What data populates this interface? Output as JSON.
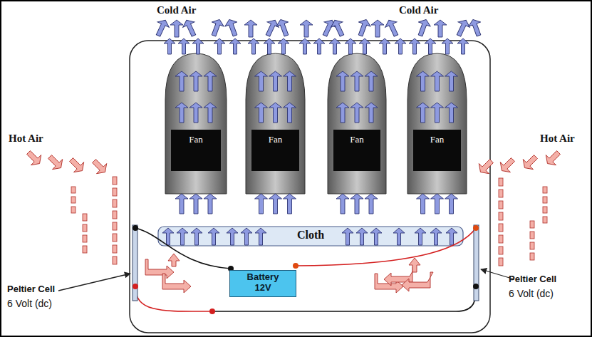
{
  "diagram": {
    "nodes": [
      {
        "text": [
          "Fan"
        ]
      },
      {
        "text": [
          "Fan"
        ]
      },
      {
        "text": [
          "Fan"
        ]
      },
      {
        "text": [
          "Fan"
        ]
      },
      {
        "text": [
          "Cloth"
        ]
      },
      {
        "text": [
          "Battery 12V"
        ]
      }
    ],
    "labels": [
      "Cold Air",
      "Cold Air",
      "Hot Air",
      "Hot Air",
      "Peltier Cell",
      "6 Volt (dc)",
      "Peltier Cell",
      "6 Volt (dc)"
    ]
  }
}
